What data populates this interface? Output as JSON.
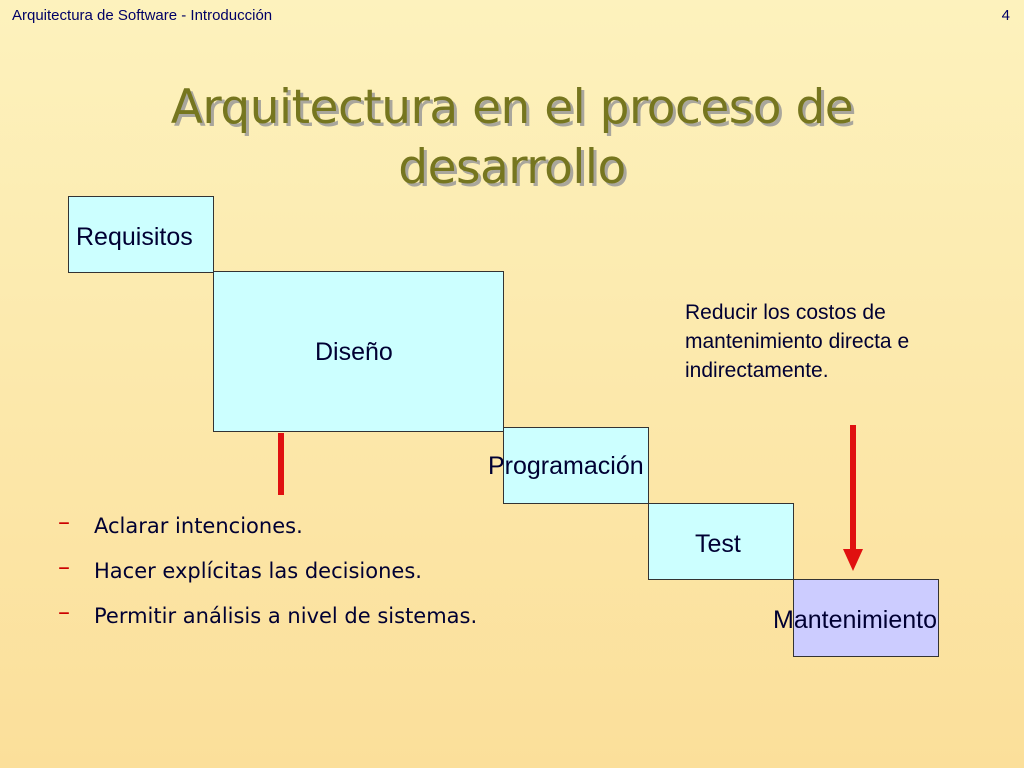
{
  "header": {
    "left_text": "Arquitectura de Software - Introducción",
    "page_number": "4"
  },
  "title": {
    "line1": "Arquitectura en el proceso de",
    "line2": "desarrollo"
  },
  "stages": {
    "requisitos": "Requisitos",
    "diseno": "Diseño",
    "programacion": "Programación",
    "test": "Test",
    "mantenimiento": "Mantenimiento"
  },
  "note": "Reducir los costos de mantenimiento directa e indirectamente.",
  "bullets": [
    "Aclarar intenciones.",
    "Hacer explícitas las decisiones.",
    "Permitir análisis a nivel de sistemas."
  ],
  "colors": {
    "box_fill": "#ccffff",
    "maintenance_fill": "#ccccff",
    "arrow": "#e01010",
    "title": "#76761f"
  }
}
